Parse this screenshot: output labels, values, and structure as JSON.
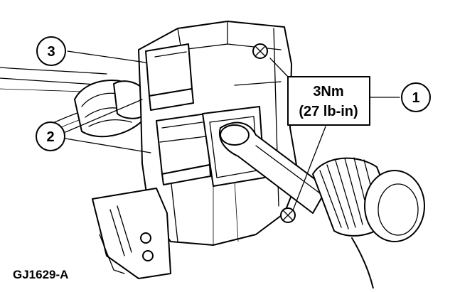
{
  "callouts": [
    {
      "id": "1",
      "label": "1"
    },
    {
      "id": "2",
      "label": "2"
    },
    {
      "id": "3",
      "label": "3"
    }
  ],
  "torque_spec": {
    "line1": "3Nm",
    "line2": "(27 lb-in)"
  },
  "figure_id": "GJ1629-A",
  "colors": {
    "ink": "#000000",
    "paper": "#ffffff"
  }
}
